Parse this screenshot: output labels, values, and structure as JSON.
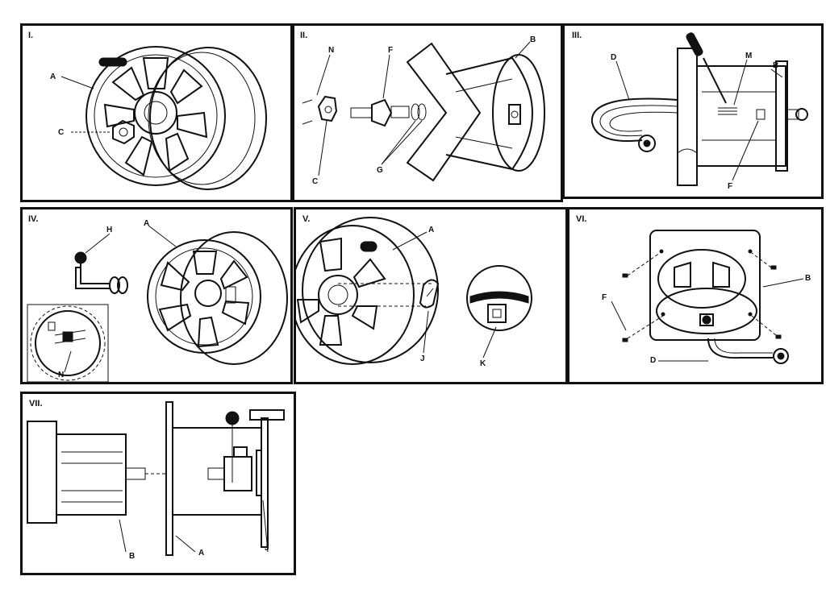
{
  "panels": [
    {
      "id": "I",
      "numeral": "I.",
      "labels": {
        "A": "A",
        "C": "C"
      }
    },
    {
      "id": "II",
      "numeral": "II.",
      "labels": {
        "N": "N",
        "F": "F",
        "B": "B",
        "C": "C",
        "G": "G"
      }
    },
    {
      "id": "III",
      "numeral": "III.",
      "labels": {
        "D": "D",
        "M": "M",
        "B": "B",
        "F": "F"
      }
    },
    {
      "id": "IV",
      "numeral": "IV.",
      "labels": {
        "H": "H",
        "A": "A",
        "N": "N"
      }
    },
    {
      "id": "V",
      "numeral": "V.",
      "labels": {
        "A": "A",
        "J": "J",
        "K": "K"
      }
    },
    {
      "id": "VI",
      "numeral": "VI.",
      "labels": {
        "B": "B",
        "F": "F",
        "D": "D"
      }
    },
    {
      "id": "VII",
      "numeral": "VII.",
      "labels": {
        "B": "B",
        "A": "A",
        "J": "J"
      }
    }
  ],
  "colors": {
    "ink": "#111111",
    "paper": "#ffffff"
  }
}
